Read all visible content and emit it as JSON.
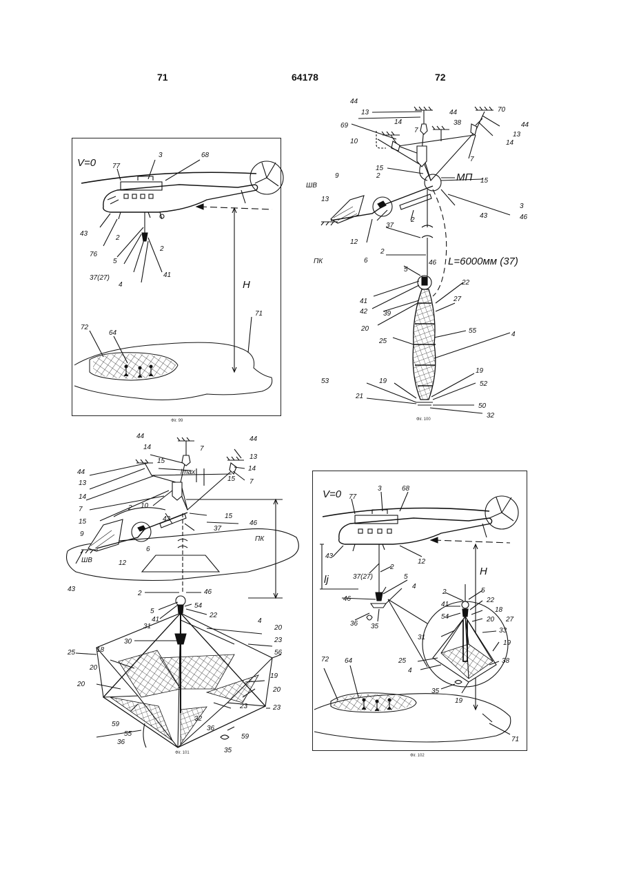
{
  "header": {
    "left_page": "71",
    "center_number": "64178",
    "right_page": "72"
  },
  "figures": {
    "fig99": {
      "caption": "Фiг. 99",
      "speed": "V=0",
      "height_label": "H",
      "labels": [
        "3",
        "68",
        "77",
        "43",
        "76",
        "2",
        "2",
        "5",
        "37(27)",
        "4",
        "41",
        "72",
        "64",
        "71"
      ]
    },
    "fig100": {
      "caption": "Фiг. 100",
      "length_note": "L=6000мм (37)",
      "labels": [
        "44",
        "13",
        "14",
        "69",
        "7",
        "44",
        "38",
        "70",
        "44",
        "13",
        "14",
        "10",
        "15",
        "МП",
        "15",
        "7",
        "ШВ",
        "13",
        "9",
        "2",
        "3",
        "46",
        "43",
        "2",
        "37",
        "12",
        "6",
        "ПК",
        "2",
        "5",
        "46",
        "41",
        "42",
        "22",
        "27",
        "20",
        "39",
        "55",
        "25",
        "4",
        "19",
        "19",
        "52",
        "53",
        "21",
        "50",
        "32"
      ]
    },
    "fig101": {
      "caption": "Фiг. 101",
      "lmax_label": "lmax",
      "labels": [
        "44",
        "14",
        "7",
        "44",
        "13",
        "15",
        "14",
        "7",
        "44",
        "13",
        "14",
        "7",
        "15",
        "10",
        "15",
        "2",
        "15",
        "43",
        "46",
        "37",
        "ПК",
        "9",
        "6",
        "12",
        "ШВ",
        "43",
        "2",
        "46",
        "5",
        "54",
        "41",
        "22",
        "31",
        "30",
        "4",
        "20",
        "23",
        "25",
        "18",
        "56",
        "19",
        "20",
        "20",
        "20",
        "23",
        "23",
        "59",
        "55",
        "32",
        "36",
        "59",
        "36",
        "35"
      ]
    },
    "fig102": {
      "caption": "Фiг. 102",
      "speed": "V=0",
      "height_label": "H",
      "lj_label": "lj",
      "labels": [
        "3",
        "68",
        "77",
        "43",
        "12",
        "37(27)",
        "2",
        "5",
        "46",
        "4",
        "36",
        "35",
        "2",
        "5",
        "41",
        "54",
        "22",
        "18",
        "20",
        "27",
        "33",
        "31",
        "25",
        "19",
        "4",
        "38",
        "35",
        "19",
        "72",
        "64",
        "71"
      ]
    }
  }
}
